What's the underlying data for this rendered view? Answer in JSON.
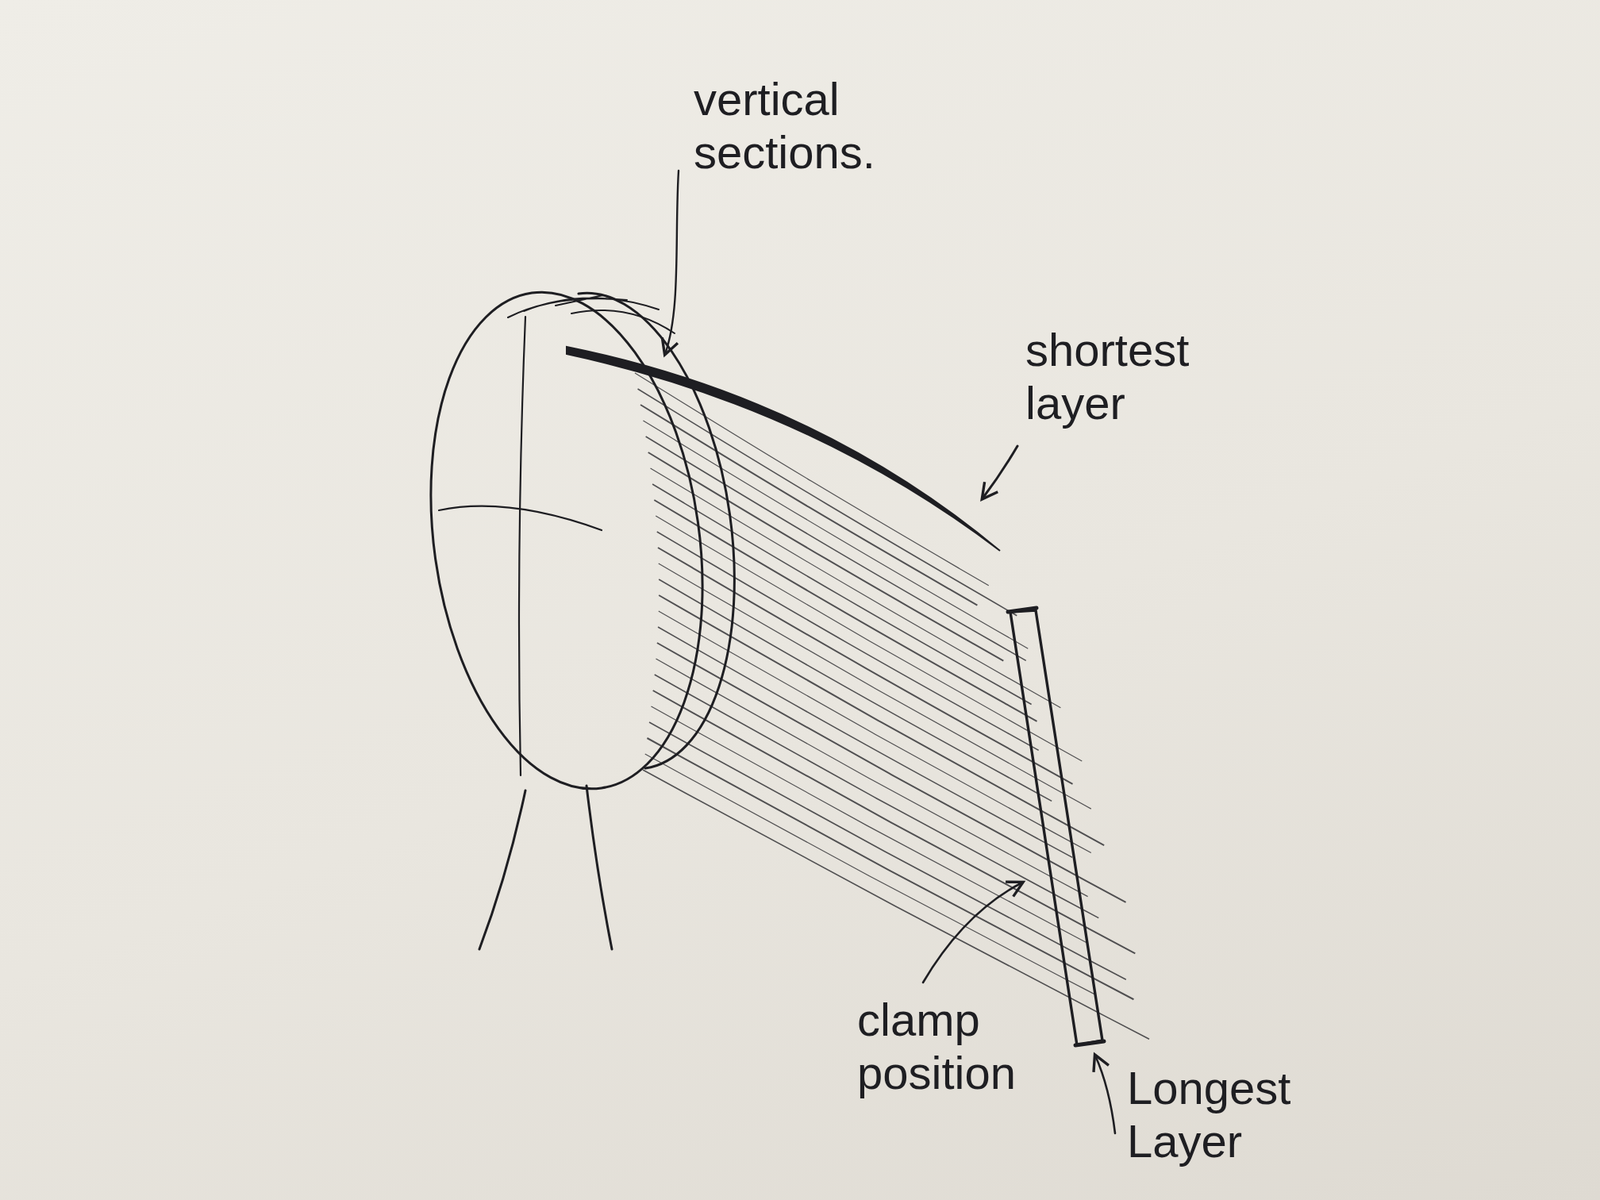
{
  "diagram": {
    "labels": [
      "vertical sections.",
      "shortest layer",
      "clamp position",
      "Longest Layer"
    ]
  }
}
